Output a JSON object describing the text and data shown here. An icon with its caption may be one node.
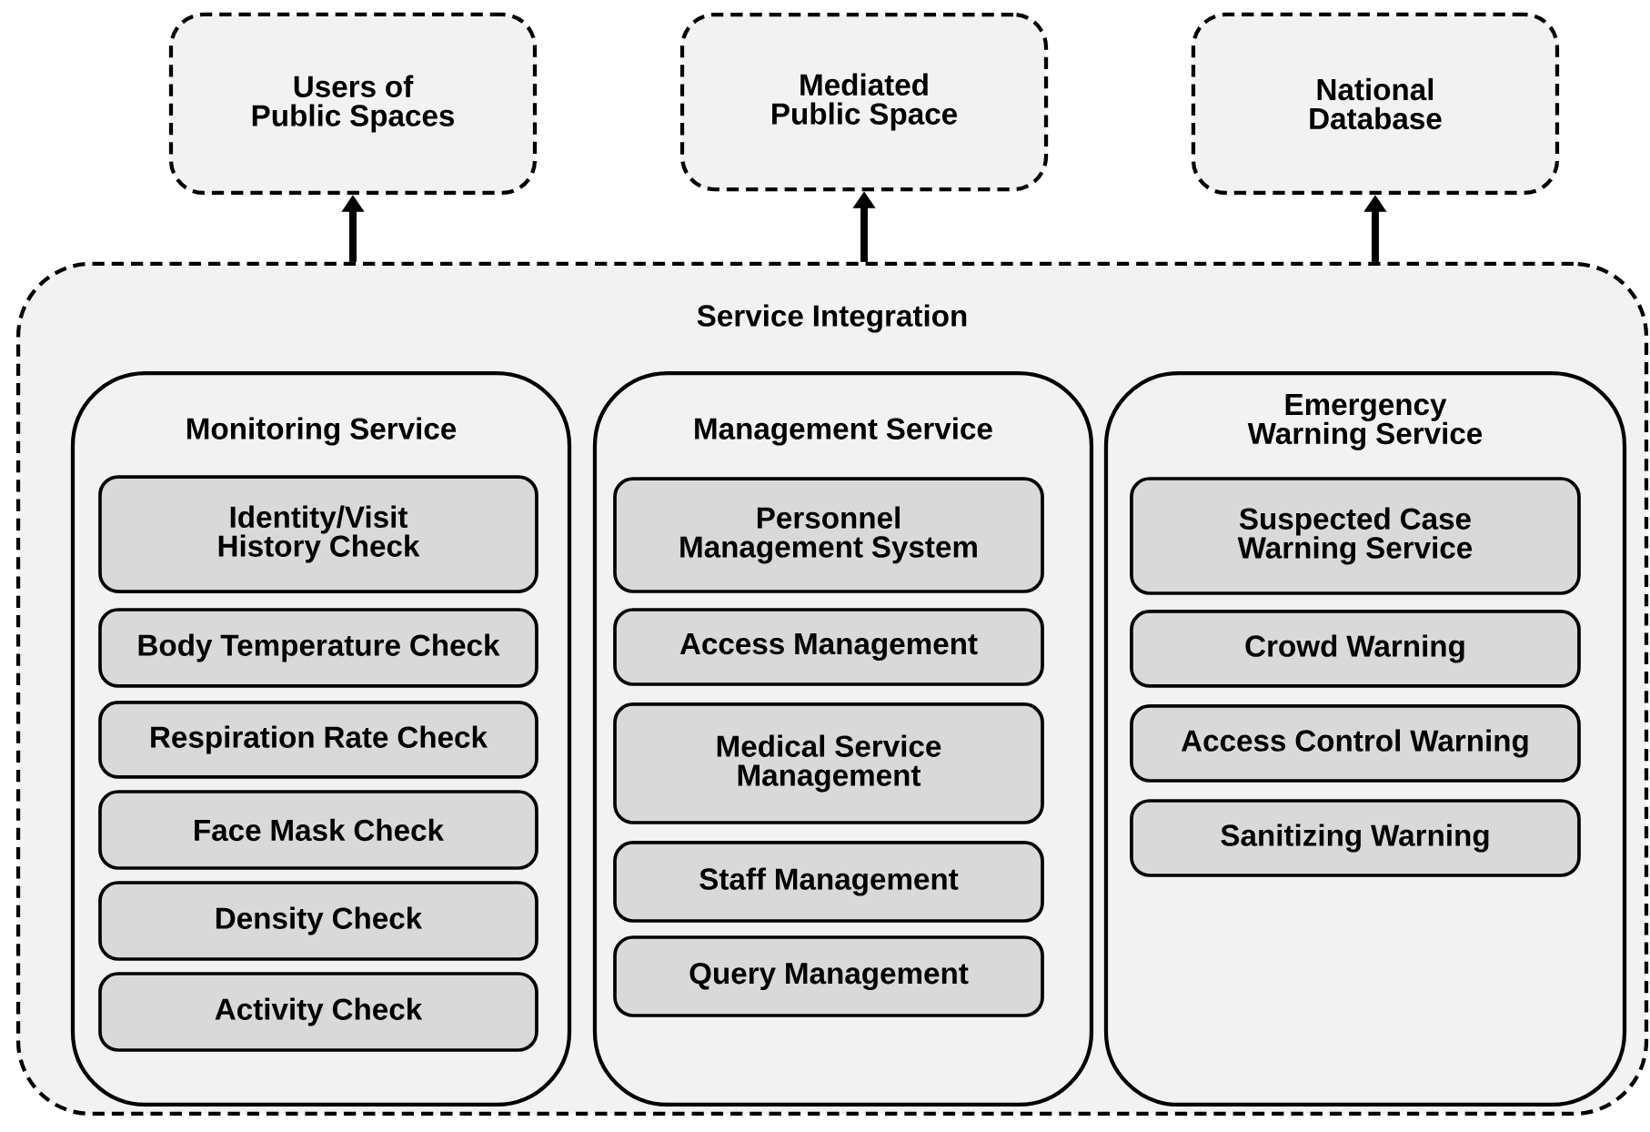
{
  "diagram": {
    "nodes": [
      {
        "text": [
          "Users of Public Spaces"
        ]
      },
      {
        "text": [
          "Mediated Public Space"
        ]
      },
      {
        "text": [
          "National Database"
        ]
      },
      {
        "text": [
          "Service Integration"
        ]
      },
      {
        "text": [
          "Monitoring Service"
        ],
        "in": 3
      },
      {
        "text": [
          "Identity/Visit History Check"
        ],
        "in": 4
      },
      {
        "text": [
          "Body Temperature Check"
        ],
        "in": 4
      },
      {
        "text": [
          "Respiration Rate Check"
        ],
        "in": 4
      },
      {
        "text": [
          "Face Mask Check"
        ],
        "in": 4
      },
      {
        "text": [
          "Density Check"
        ],
        "in": 4
      },
      {
        "text": [
          "Activity Check"
        ],
        "in": 4
      },
      {
        "text": [
          "Management Service"
        ],
        "in": 3
      },
      {
        "text": [
          "Personnel Management System"
        ],
        "in": 11
      },
      {
        "text": [
          "Access Management"
        ],
        "in": 11
      },
      {
        "text": [
          "Medical Service Management"
        ],
        "in": 11
      },
      {
        "text": [
          "Staff Management"
        ],
        "in": 11
      },
      {
        "text": [
          "Query Management"
        ],
        "in": 11
      },
      {
        "text": [
          "Emergency Warning Service"
        ],
        "in": 3
      },
      {
        "text": [
          "Suspected Case Warning Service"
        ],
        "in": 17
      },
      {
        "text": [
          "Crowd Warning"
        ],
        "in": 17
      },
      {
        "text": [
          "Access Control Warning"
        ],
        "in": 17
      },
      {
        "text": [
          "Sanitizing Warning"
        ],
        "in": 17
      }
    ],
    "edges": [
      {
        "from": 3,
        "to": 0,
        "arrow": "to"
      },
      {
        "from": 3,
        "to": 1,
        "arrow": "to"
      },
      {
        "from": 3,
        "to": 2,
        "arrow": "to"
      }
    ]
  }
}
